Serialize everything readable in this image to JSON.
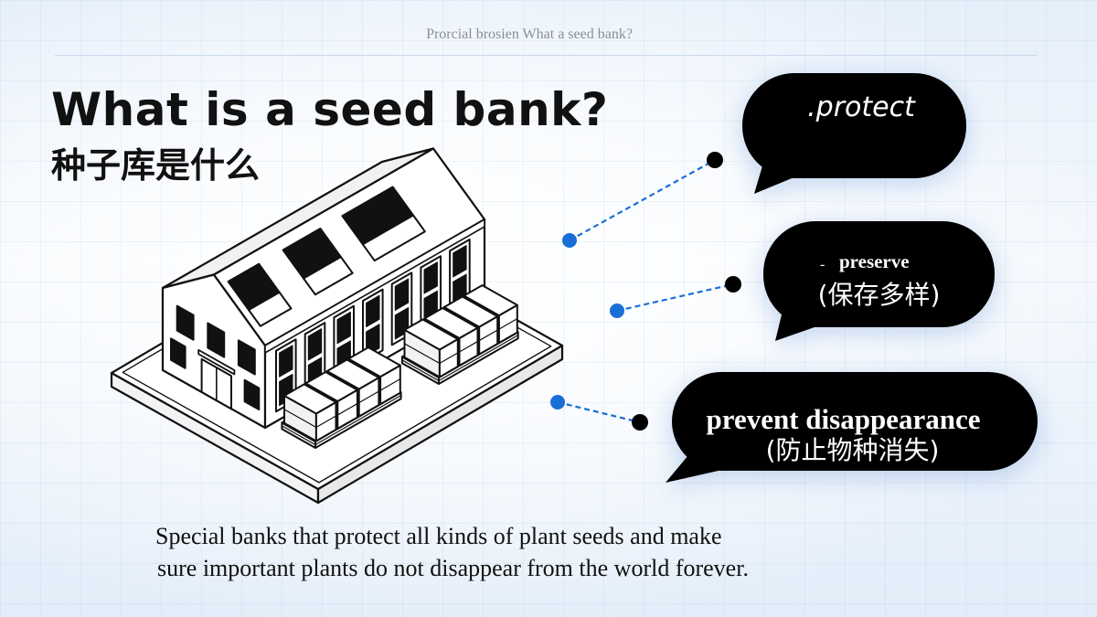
{
  "header": {
    "text": "Prorcial brosien What a seed bank?"
  },
  "title": "What is a seed bank?",
  "subtitle": "种子库是什么",
  "illustration": {
    "icon": "seed-bank-building-icon"
  },
  "bubbles": [
    {
      "label": ".protect"
    },
    {
      "mark": "-",
      "label": "preserve",
      "sub": "(保存多样)"
    },
    {
      "label": "prevent disappearance",
      "sub": "(防止物种消失)"
    }
  ],
  "description": {
    "line1": "Special banks that protect all kinds of plant seeds and make",
    "line2": "sure important plants do not disappear from the world forever."
  },
  "colors": {
    "accent": "#1a6fd6",
    "bubble": "#000000",
    "ink": "#111111",
    "header": "#8a8f98"
  }
}
